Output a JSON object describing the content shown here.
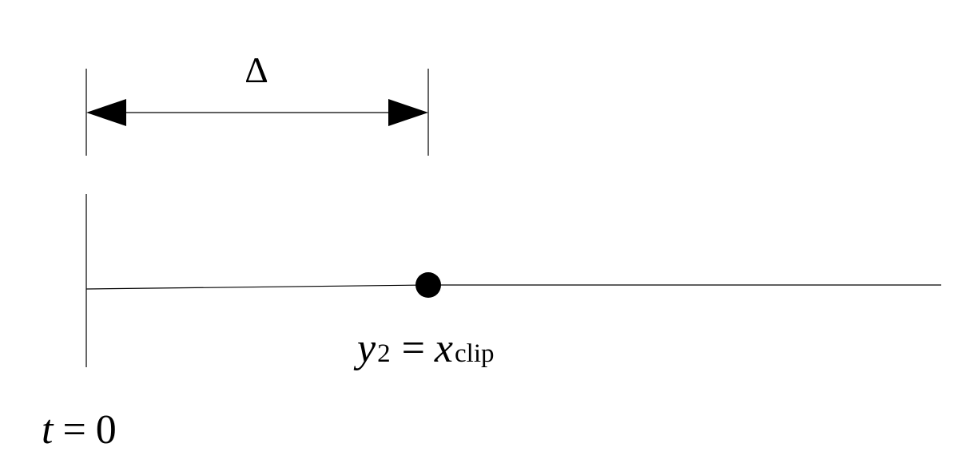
{
  "colors": {
    "stroke": "#000000",
    "background": "#ffffff"
  },
  "delta_label": "Δ",
  "y_symbol": "y",
  "y_subscript": "2",
  "equals": "=",
  "x_symbol": "x",
  "x_subscript": "clip",
  "t_symbol": "t",
  "t_equals": "=",
  "t_value": "0"
}
